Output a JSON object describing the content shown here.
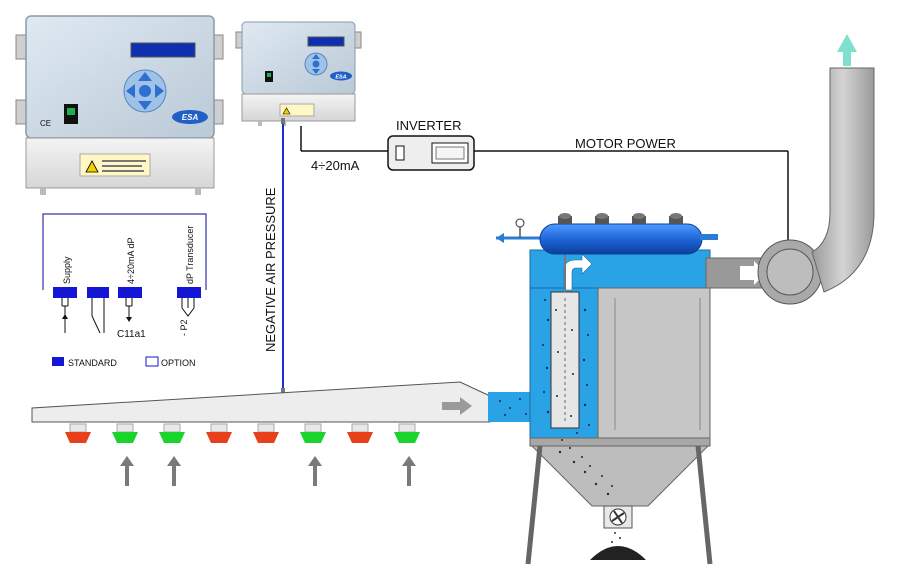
{
  "labels": {
    "inverter": "INVERTER",
    "motor_power": "MOTOR POWER",
    "signal": "4÷20mA",
    "negative_pressure": "NEGATIVE AIR PRESSURE"
  },
  "controller": {
    "brand": "ESA",
    "brand_small": "ESA",
    "ce_mark": "CE"
  },
  "wiring": {
    "terminals": [
      "Supply",
      "4÷20mA dP",
      "dP Transducer"
    ],
    "c11": "C11a1",
    "p2": "- P2"
  },
  "legend": {
    "standard": "STANDARD",
    "option": "OPTION",
    "standard_color": "#1515d6",
    "option_color": "#ffffff"
  },
  "colors": {
    "accent_blue": "#2aa3e6",
    "tank_blue": "#1e6fd6",
    "duct_grey": "#bdbdbd",
    "nozzle_red": "#e8401b",
    "nozzle_green": "#19d42b",
    "exhaust_arrow": "#7fe0d0"
  }
}
